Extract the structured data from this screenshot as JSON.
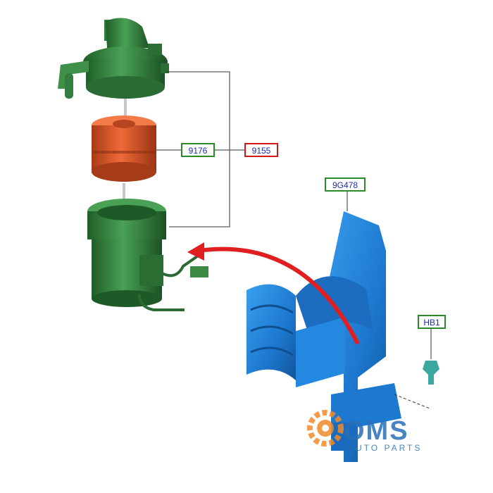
{
  "callouts": {
    "c9176": "9176",
    "c9155": "9155",
    "c9G478": "9G478",
    "cHB1": "HB1"
  },
  "logo": {
    "brand": "OMS",
    "tagline": "AUTO PARTS"
  },
  "colors": {
    "housing_green": "#2e7d3a",
    "filter_orange": "#e0572a",
    "bracket_blue": "#1e7fd8",
    "arrow_red": "#e02020",
    "callout_text": "#1a2fb0",
    "callout_green_border": "#2a8a2a",
    "callout_red_border": "#d01818",
    "logo_orange": "#f08a2c",
    "logo_blue": "#2a6fb8"
  }
}
